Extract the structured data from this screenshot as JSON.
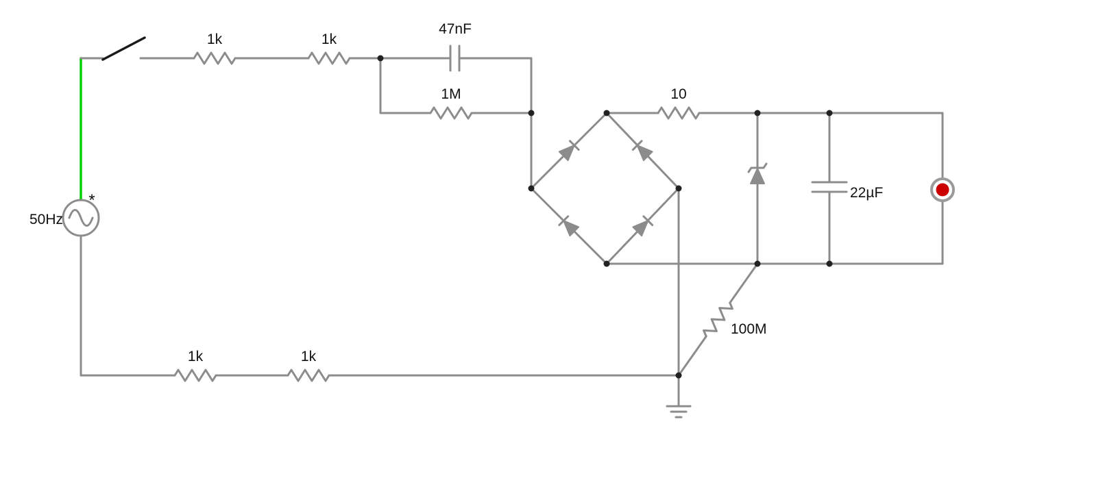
{
  "canvas": {
    "background": "#ffffff"
  },
  "colors": {
    "wire": "#8c8c8c",
    "selected_wire": "#00cf00",
    "switch_lever": "#1a1a1a",
    "junction_dot": "#222222",
    "label_text": "#111111",
    "led_on": "#cc0000"
  },
  "components": {
    "ac_source": {
      "label": "50Hz",
      "marker": "*",
      "type": "ac-voltage-source"
    },
    "switch": {
      "state": "open"
    },
    "r_top_1": {
      "label": "1k"
    },
    "r_top_2": {
      "label": "1k"
    },
    "c_coupling": {
      "label": "47nF"
    },
    "r_parallel": {
      "label": "1M"
    },
    "bridge": {
      "type": "diode-bridge-rectifier"
    },
    "r_series": {
      "label": "10"
    },
    "zener": {
      "type": "zener-diode"
    },
    "c_filter": {
      "label": "22µF"
    },
    "led": {
      "state": "on"
    },
    "r_reference": {
      "label": "100M"
    },
    "r_bottom_1": {
      "label": "1k"
    },
    "r_bottom_2": {
      "label": "1k"
    }
  }
}
